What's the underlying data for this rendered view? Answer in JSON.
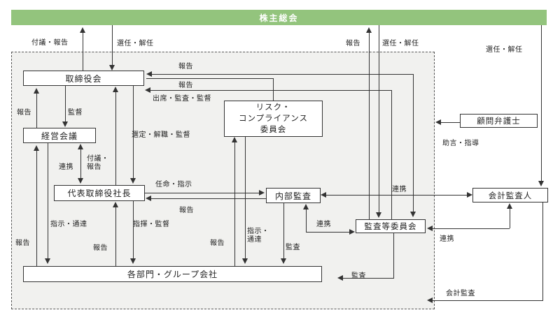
{
  "colors": {
    "header_bg": "#93c47d",
    "header_text": "#ffffff",
    "panel_bg": "#f1f1ef",
    "line_color": "#333333"
  },
  "nodes": {
    "shareholders": {
      "label": "株主総会"
    },
    "board": {
      "label": "取締役会"
    },
    "management": {
      "label": "経営会議"
    },
    "risk_committee": {
      "line1": "リスク・",
      "line2": "コンプライアンス",
      "line3": "委員会"
    },
    "president": {
      "label": "代表取締役社長"
    },
    "internal_audit": {
      "label": "内部監査"
    },
    "audit_committee": {
      "label": "監査等委員会"
    },
    "divisions": {
      "label": "各部門・グループ会社"
    },
    "legal_advisor": {
      "label": "顧問弁護士"
    },
    "accounting_auditor": {
      "label": "会計監査人"
    }
  },
  "edge_labels": {
    "fugi_hokoku": "付議・報告",
    "sennin_kainin": "選任・解任",
    "hokoku": "報告",
    "shusseki_kansa_kantoku": "出席・監査・監督",
    "kantoku": "監督",
    "sentei_kaishoku_kantoku": "選定・解職・監督",
    "renkei": "連携",
    "ninmei_shiji": "任命・指示",
    "jogen_shido": "助言・指導",
    "shiji_tsutatsu": "指示・通達",
    "shiki_kantoku": "指揮・監督",
    "kansa": "監査",
    "kaikei_kansa": "会計監査"
  }
}
